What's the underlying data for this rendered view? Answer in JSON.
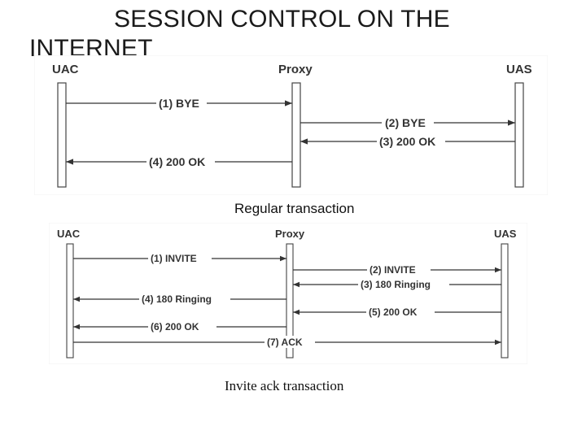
{
  "slide": {
    "title": "SESSION CONTROL ON THE INTERNET"
  },
  "diagram1": {
    "caption": "Regular transaction",
    "entities": {
      "uac": "UAC",
      "proxy": "Proxy",
      "uas": "UAS"
    },
    "messages": [
      "(1) BYE",
      "(2) BYE",
      "(3) 200 OK",
      "(4) 200 OK"
    ]
  },
  "diagram2": {
    "caption": "Invite ack transaction",
    "entities": {
      "uac": "UAC",
      "proxy": "Proxy",
      "uas": "UAS"
    },
    "messages": [
      "(1) INVITE",
      "(2) INVITE",
      "(3) 180 Ringing",
      "(4) 180 Ringing",
      "(5) 200 OK",
      "(6) 200 OK",
      "(7) ACK"
    ]
  }
}
